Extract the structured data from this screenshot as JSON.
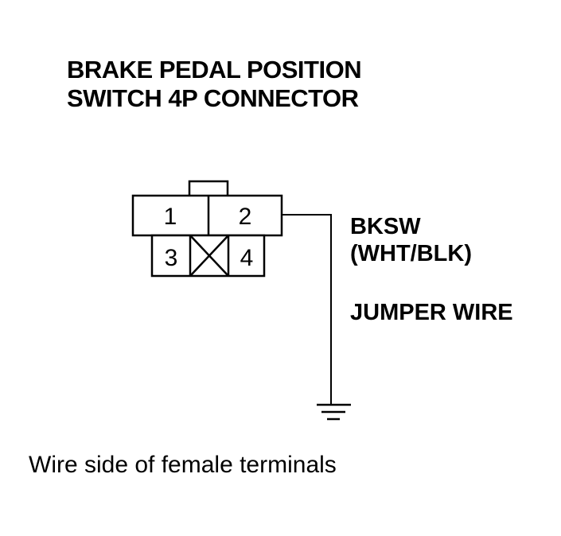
{
  "title": {
    "line1": "BRAKE PEDAL POSITION",
    "line2": "SWITCH 4P CONNECTOR"
  },
  "connector": {
    "terminals": [
      {
        "number": "1",
        "state": "used"
      },
      {
        "number": "2",
        "state": "used"
      },
      {
        "number": "3",
        "state": "used"
      },
      {
        "number": "4",
        "state": "used"
      }
    ],
    "unused_cavity": "crossed-out"
  },
  "wire": {
    "name": "BKSW",
    "color": "(WHT/BLK)"
  },
  "jumper": {
    "label": "JUMPER WIRE"
  },
  "ground_symbol": "ground-icon",
  "caption": "Wire side of female terminals"
}
